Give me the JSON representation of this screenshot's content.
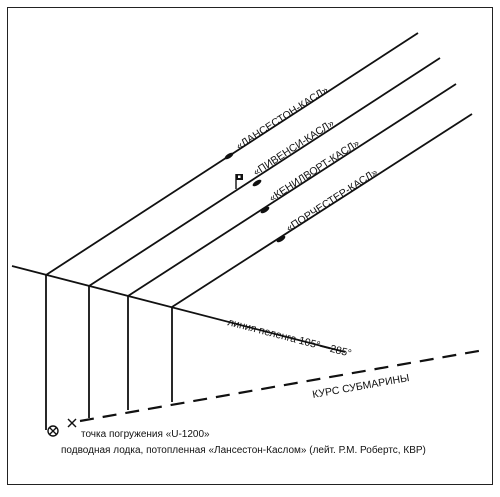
{
  "ships": [
    {
      "label": "«ЛАНСЕСТОН-КАСЛ»"
    },
    {
      "label": "«ПИВЕНСИ-КАСЛ»"
    },
    {
      "label": "«КЕНИЛВОРТ-КАСЛ»"
    },
    {
      "label": "«ПОРЧЕСТЕР-КАСЛ»"
    }
  ],
  "bearing_line_label": "линия пеленга 105°—285°",
  "submarine_course_label": "КУРС СУБМАРИНЫ",
  "dive_point_label": "точка погружения «U-1200»",
  "sunk_label": "подводная лодка, потопленная «Лансестон-Каслом» (лейт. Р.М. Робертс, КВР)"
}
